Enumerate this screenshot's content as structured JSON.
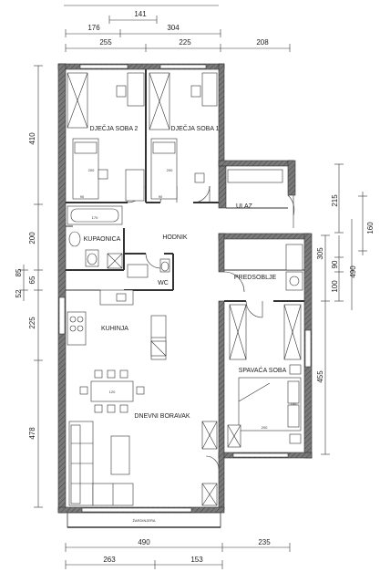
{
  "dims": {
    "top_row0": "141",
    "top_row1": [
      "176",
      "304"
    ],
    "top_row2": [
      "255",
      "225",
      "208"
    ],
    "left": [
      "410",
      "200",
      "85",
      "65",
      "52",
      "225",
      "478"
    ],
    "right": [
      "215",
      "160",
      "305",
      "90",
      "490",
      "100",
      "455"
    ],
    "bottom_row1": [
      "490",
      "235"
    ],
    "bottom_row2": [
      "263",
      "153"
    ]
  },
  "rooms": {
    "soba2": "DJEČJA SOBA 2",
    "soba1": "DJEČJA SOBA 1",
    "hodnik": "HODNIK",
    "ulaz": "ULAZ",
    "kupaonica": "KUPAONICA",
    "wc": "WC",
    "predsoblje": "PREDSOBLJE",
    "kuhinja": "KUHINJA",
    "spavaca": "SPAVAĆA SOBA",
    "boravak": "DNEVNI BORAVAK",
    "zardinjera": "ŽARDINJERA"
  },
  "furniture": {
    "bed2_w": "200",
    "bed2_d": "90",
    "bed1_w": "200",
    "bed1_d": "90",
    "bath": "170",
    "table": "120",
    "bed_master": "200",
    "bed_master_d": "160"
  },
  "colors": {
    "wall": "#6b6b6b",
    "line": "#333333"
  }
}
